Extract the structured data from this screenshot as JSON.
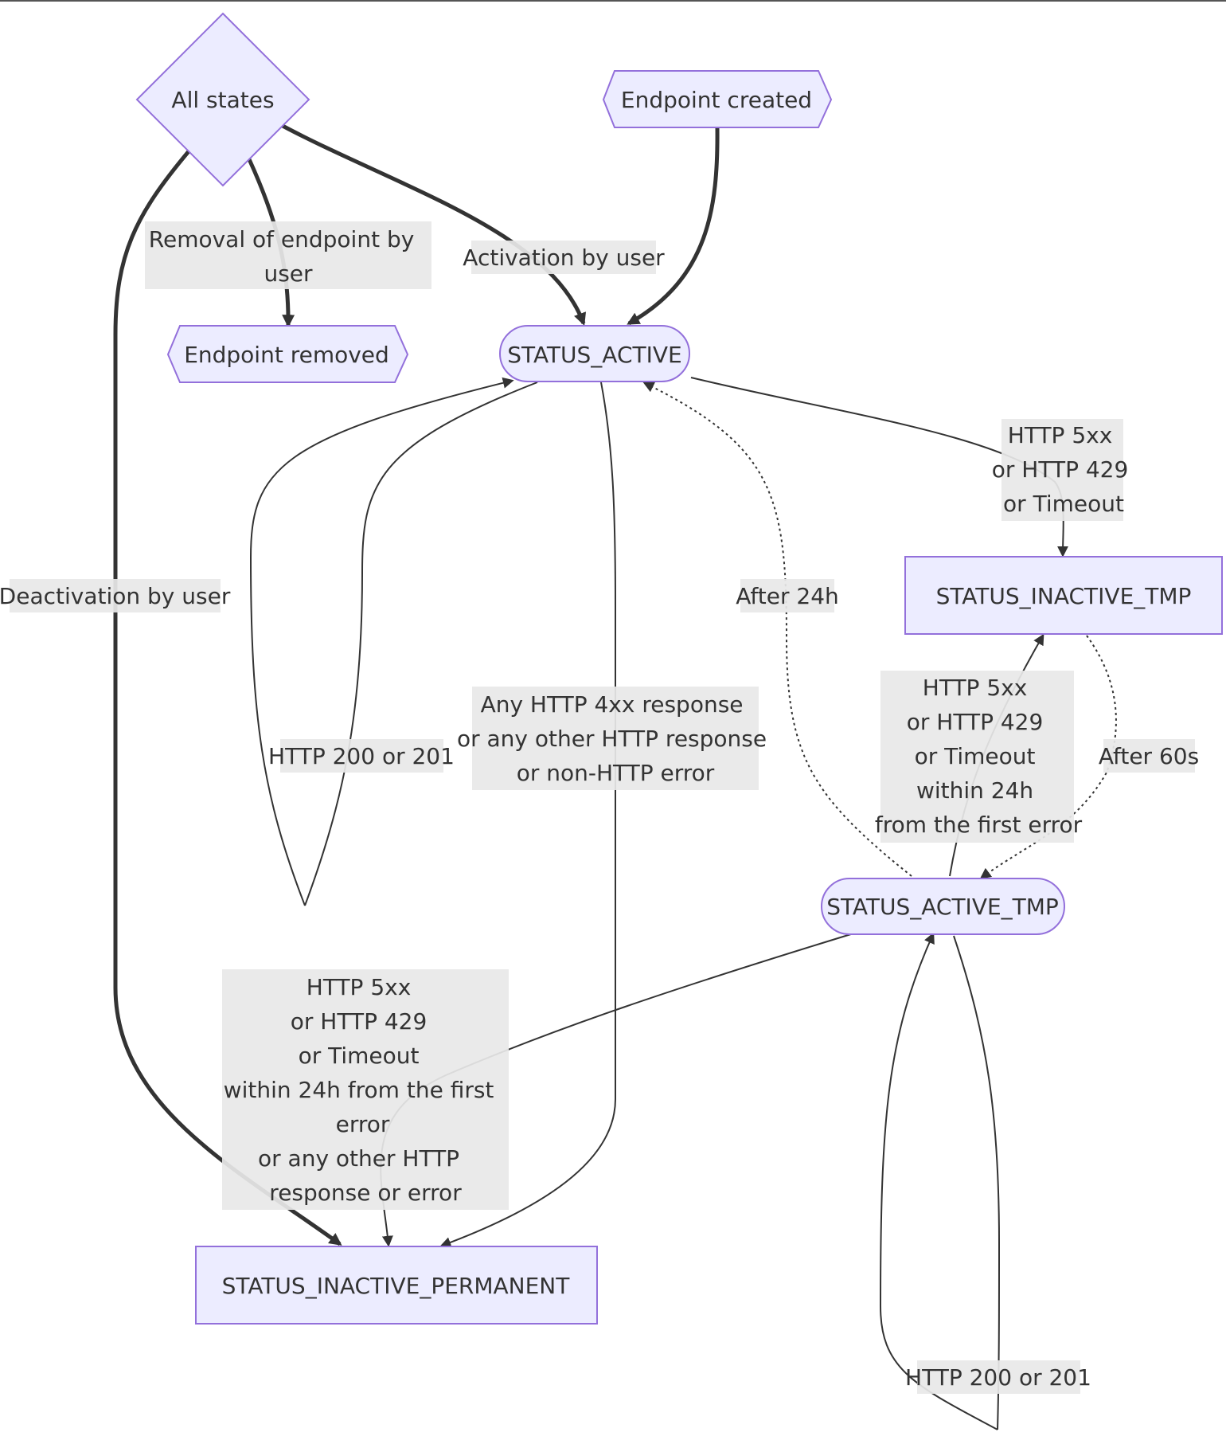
{
  "nodes": {
    "all_states": "All states",
    "endpoint_created": "Endpoint created",
    "endpoint_removed": "Endpoint removed",
    "status_active": "STATUS_ACTIVE",
    "status_inactive_tmp": "STATUS_INACTIVE_TMP",
    "status_active_tmp": "STATUS_ACTIVE_TMP",
    "status_inactive_permanent": "STATUS_INACTIVE_PERMANENT"
  },
  "edge_labels": {
    "removal": [
      "Removal of endpoint by",
      "user"
    ],
    "activation": [
      "Activation by user"
    ],
    "deactivation": [
      "Deactivation by user"
    ],
    "active_to_inactive_tmp": [
      "HTTP 5xx",
      "or HTTP 429",
      "or Timeout"
    ],
    "active_self_loop": [
      "HTTP 200 or 201"
    ],
    "active_to_permanent": [
      "Any HTTP 4xx response",
      "or any other HTTP response",
      "or non-HTTP error"
    ],
    "active_tmp_to_active": [
      "After 24h"
    ],
    "active_tmp_to_inactive_tmp": [
      "HTTP 5xx",
      "or HTTP 429",
      "or Timeout",
      "within 24h",
      "from the first error"
    ],
    "inactive_tmp_to_active_tmp": [
      "After 60s"
    ],
    "active_tmp_to_permanent": [
      "HTTP 5xx",
      "or HTTP 429",
      "or Timeout",
      "within 24h from the first",
      "error",
      "or any other HTTP",
      "response or error"
    ],
    "active_tmp_self_loop": [
      "HTTP 200 or 201"
    ]
  },
  "colors": {
    "node_fill": "#ECECFF",
    "node_stroke": "#9370DB",
    "edge": "#333333",
    "label_bg": "#e8e8e8"
  }
}
